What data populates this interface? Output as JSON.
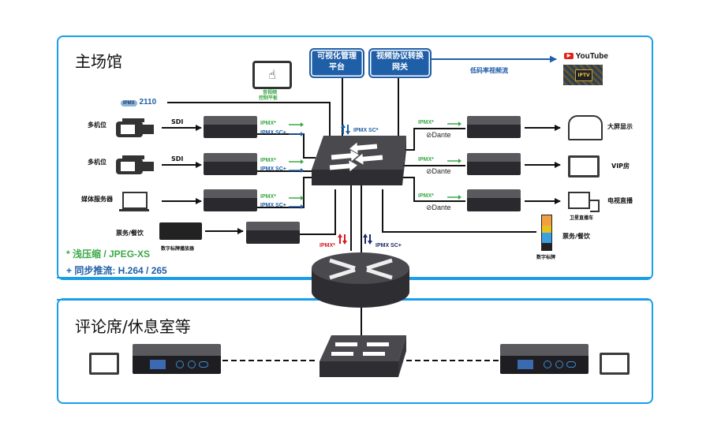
{
  "sections": {
    "main_hall": "主场馆",
    "commentary": "评论席/休息室等"
  },
  "top_boxes": {
    "visual_mgmt": {
      "line1": "可视化管理",
      "line2": "平台"
    },
    "gateway": {
      "line1": "视频协议转换",
      "line2": "网关"
    }
  },
  "tablet_label": {
    "line1": "音视频",
    "line2": "控制平板"
  },
  "ipmx_logo": "IPMX",
  "st2110": "2110",
  "low_bitrate": "低码率视频流",
  "youtube": "YouTube",
  "iptv": "IPTV",
  "inputs": [
    {
      "label": "多机位",
      "link": "SDI"
    },
    {
      "label": "多机位",
      "link": "SDI"
    },
    {
      "label": "媒体服务器",
      "link": ""
    },
    {
      "label": "票务/餐饮",
      "sub": "数字标牌播放器"
    }
  ],
  "stream_labels": {
    "ipmx_star": "IPMX*",
    "ipmx_sc_plus": "IPMX SC+",
    "ipmx_sc_star": "IPMX SC*",
    "dante": "Dante"
  },
  "outputs": [
    {
      "label": "大屏显示"
    },
    {
      "label": "VIP房"
    },
    {
      "label": "电视直播",
      "sub": "卫星直播车"
    },
    {
      "label": "票务/餐饮",
      "sub": "数字标牌"
    }
  ],
  "legend": {
    "shallow": "* 浅压缩 / JPEG-XS",
    "sync": "+ 同步推流: H.264 / 265"
  },
  "colors": {
    "panel_border": "#1a9ee8",
    "brand_blue": "#1f5fa8",
    "green": "#3aa845",
    "red": "#d71920",
    "navy": "#1d2a6a"
  }
}
